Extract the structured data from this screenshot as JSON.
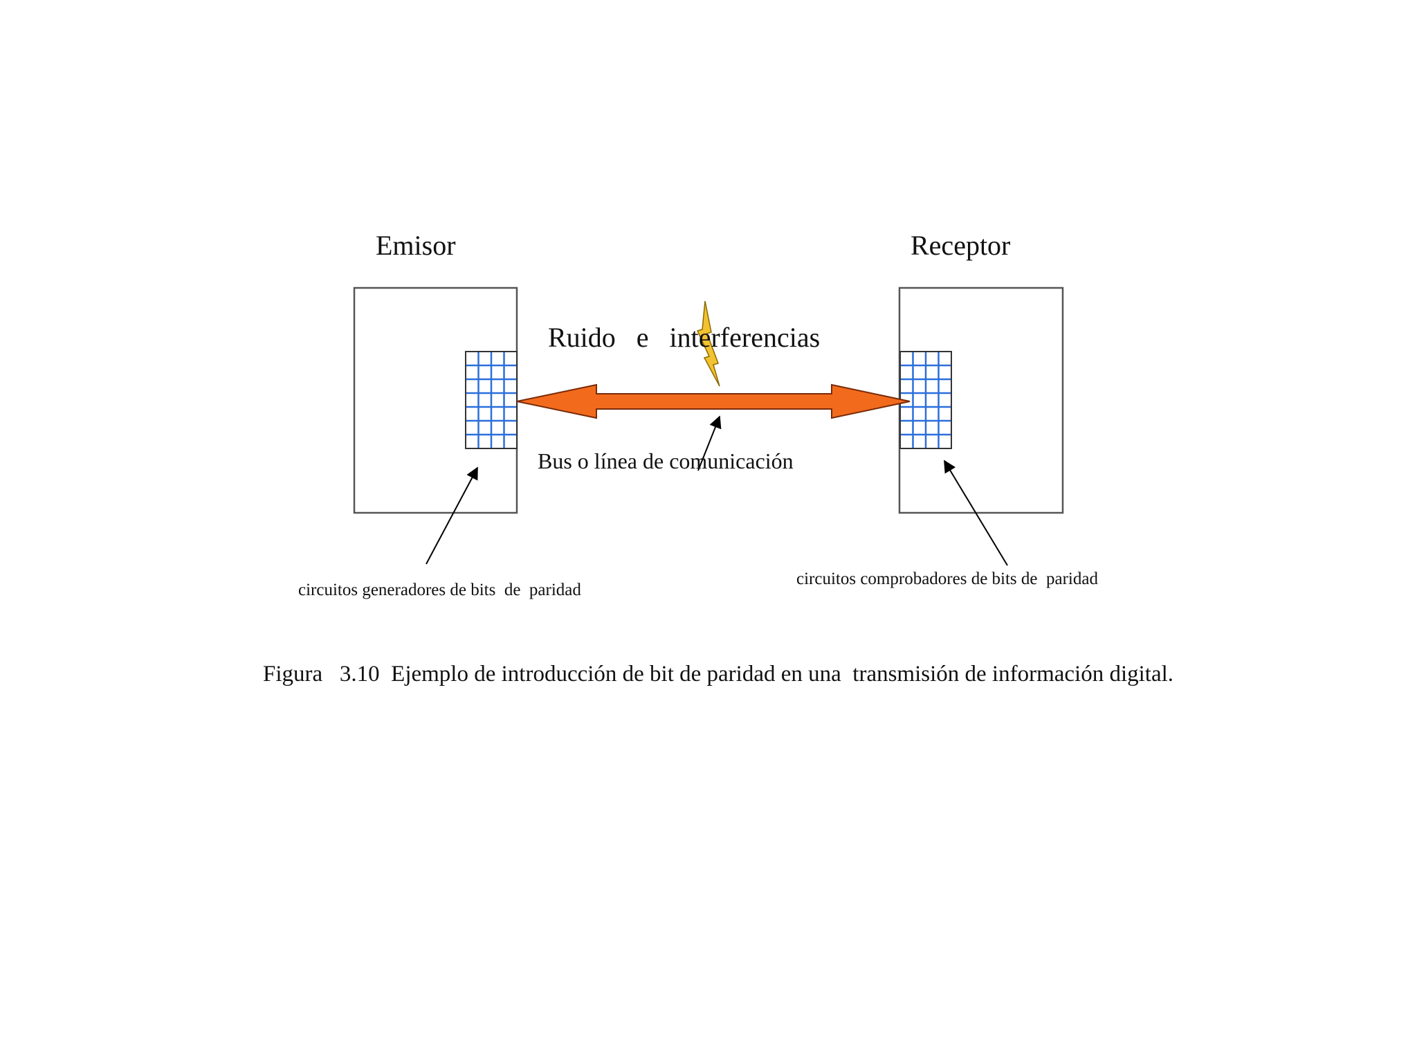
{
  "emitter": {
    "label": "Emisor"
  },
  "receiver": {
    "label": "Receptor"
  },
  "noise": {
    "label": "Ruido   e   interferencias",
    "icon": "lightning-icon",
    "color": "#f2c230"
  },
  "bus": {
    "label": "Bus o línea de comunicación",
    "color": "#f26b1d"
  },
  "generator": {
    "label": "circuitos generadores de bits  de  paridad"
  },
  "checker": {
    "label": "circuitos comprobadores de bits de  paridad"
  },
  "parity_grid": {
    "color": "#2a6fdc"
  },
  "caption": {
    "text": "Figura   3.10  Ejemplo de introducción de bit de paridad en una  transmisión de información digital."
  }
}
